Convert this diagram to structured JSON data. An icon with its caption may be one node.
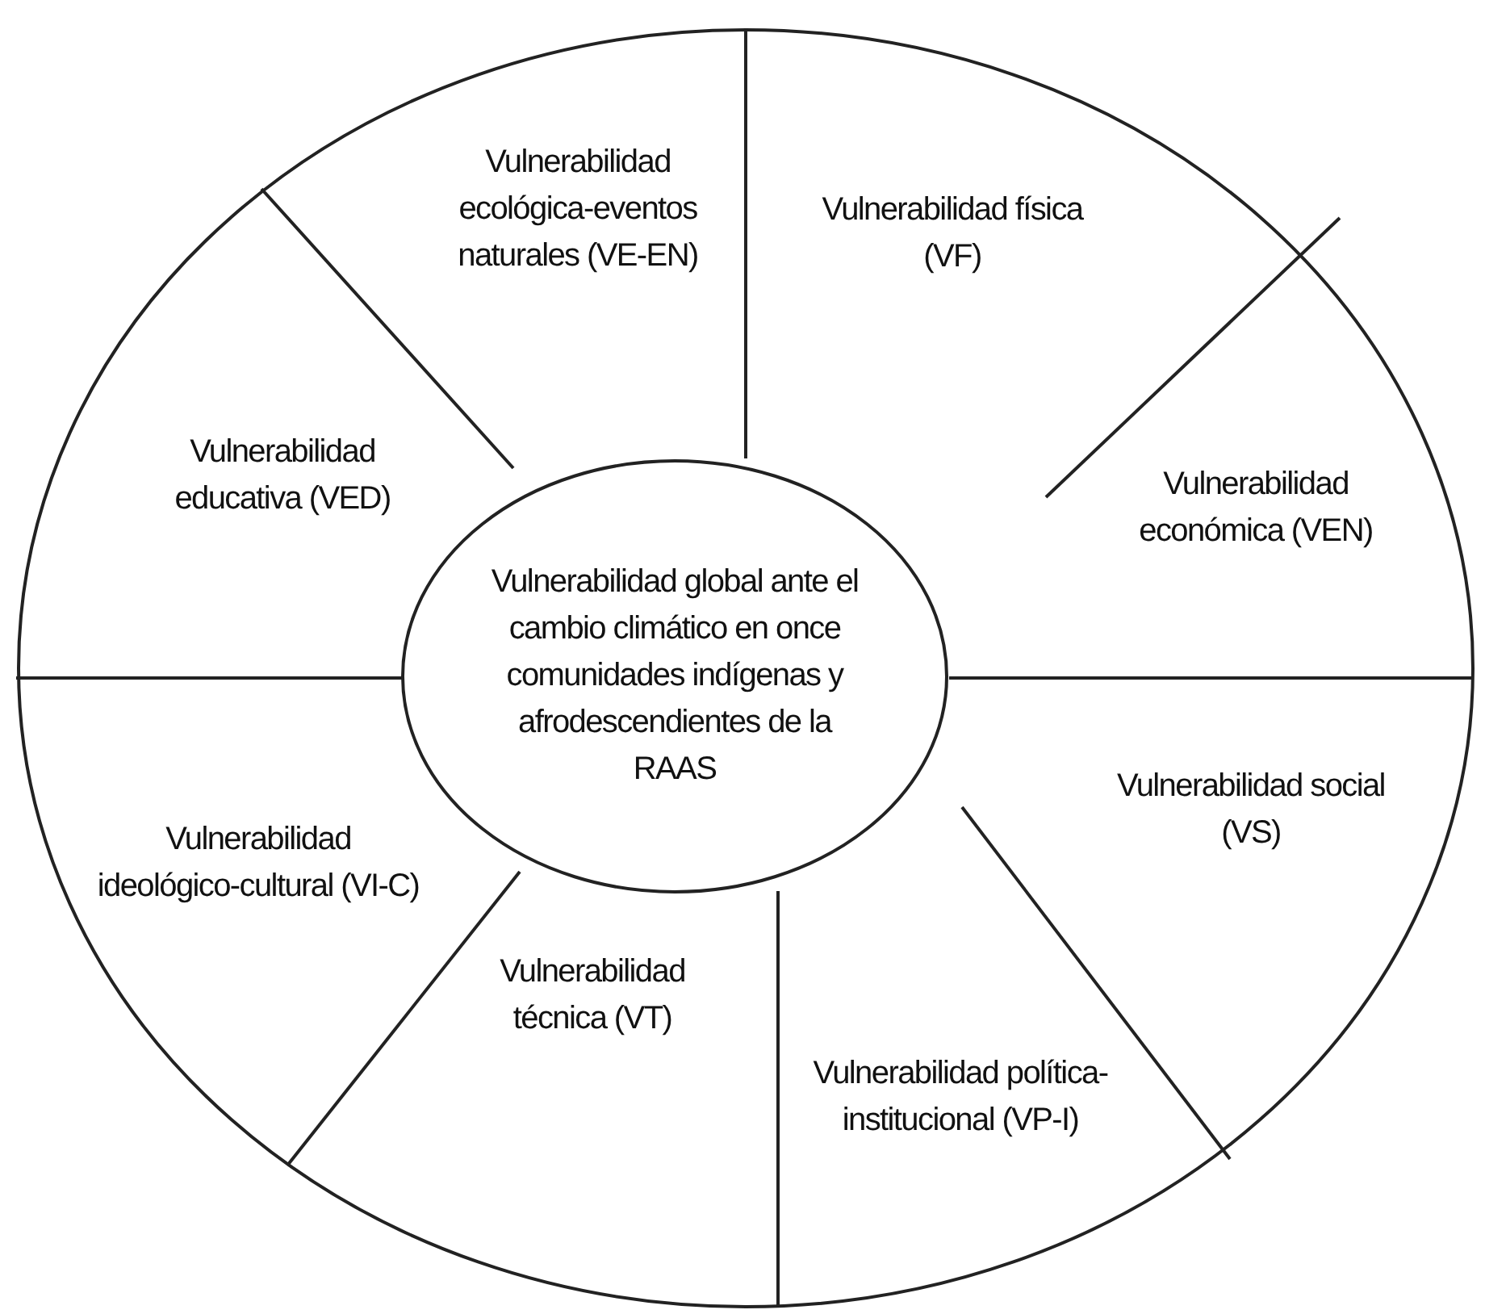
{
  "diagram": {
    "nodes": [
      {
        "text": [],
        "shape": "ellipse"
      },
      {
        "text": [
          "Vulnerabilidad global ante el cambio climático en once comunidades indígenas y afrodescendientes de la RAAS"
        ],
        "in": 0
      },
      {
        "text": [
          "Vulnerabilidad ecológica-eventos naturales (VE-EN)"
        ],
        "in": 0
      },
      {
        "text": [
          "Vulnerabilidad física (VF)"
        ],
        "in": 0
      },
      {
        "text": [
          "Vulnerabilidad económica (VEN)"
        ],
        "in": 0
      },
      {
        "text": [
          "Vulnerabilidad social (VS)"
        ],
        "in": 0
      },
      {
        "text": [
          "Vulnerabilidad política-institucional (VP-I)"
        ],
        "in": 0
      },
      {
        "text": [
          "Vulnerabilidad técnica (VT)"
        ],
        "in": 0
      },
      {
        "text": [
          "Vulnerabilidad ideológico-cultural (VI-C)"
        ],
        "in": 0
      },
      {
        "text": [
          "Vulnerabilidad educativa (VED)"
        ],
        "in": 0
      }
    ]
  }
}
